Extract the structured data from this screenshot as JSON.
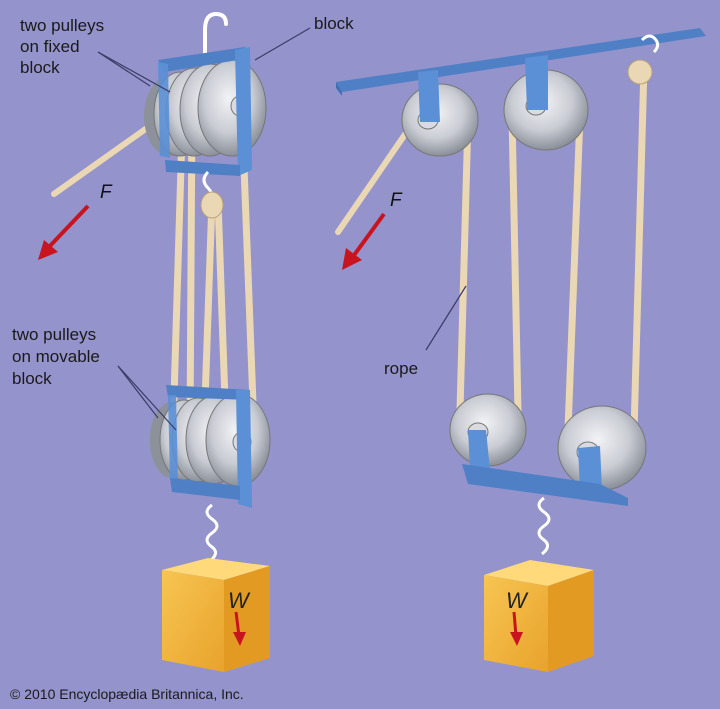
{
  "labels": {
    "fixed_pulleys": [
      "two pulleys",
      "on fixed",
      "block"
    ],
    "block": "block",
    "movable_pulleys": [
      "two pulleys",
      "on movable",
      "block"
    ],
    "rope": "rope",
    "force_left": "F",
    "force_right": "F",
    "weight_left": "W",
    "weight_right": "W"
  },
  "copyright": "© 2010 Encyclopædia Britannica, Inc.",
  "colors": {
    "background": "#9493cb",
    "block": "#5b8fd6",
    "pulley": "#c9ccd3",
    "rope": "#ead7b4",
    "arrow": "#c8141e",
    "weight": "#f3b441"
  }
}
